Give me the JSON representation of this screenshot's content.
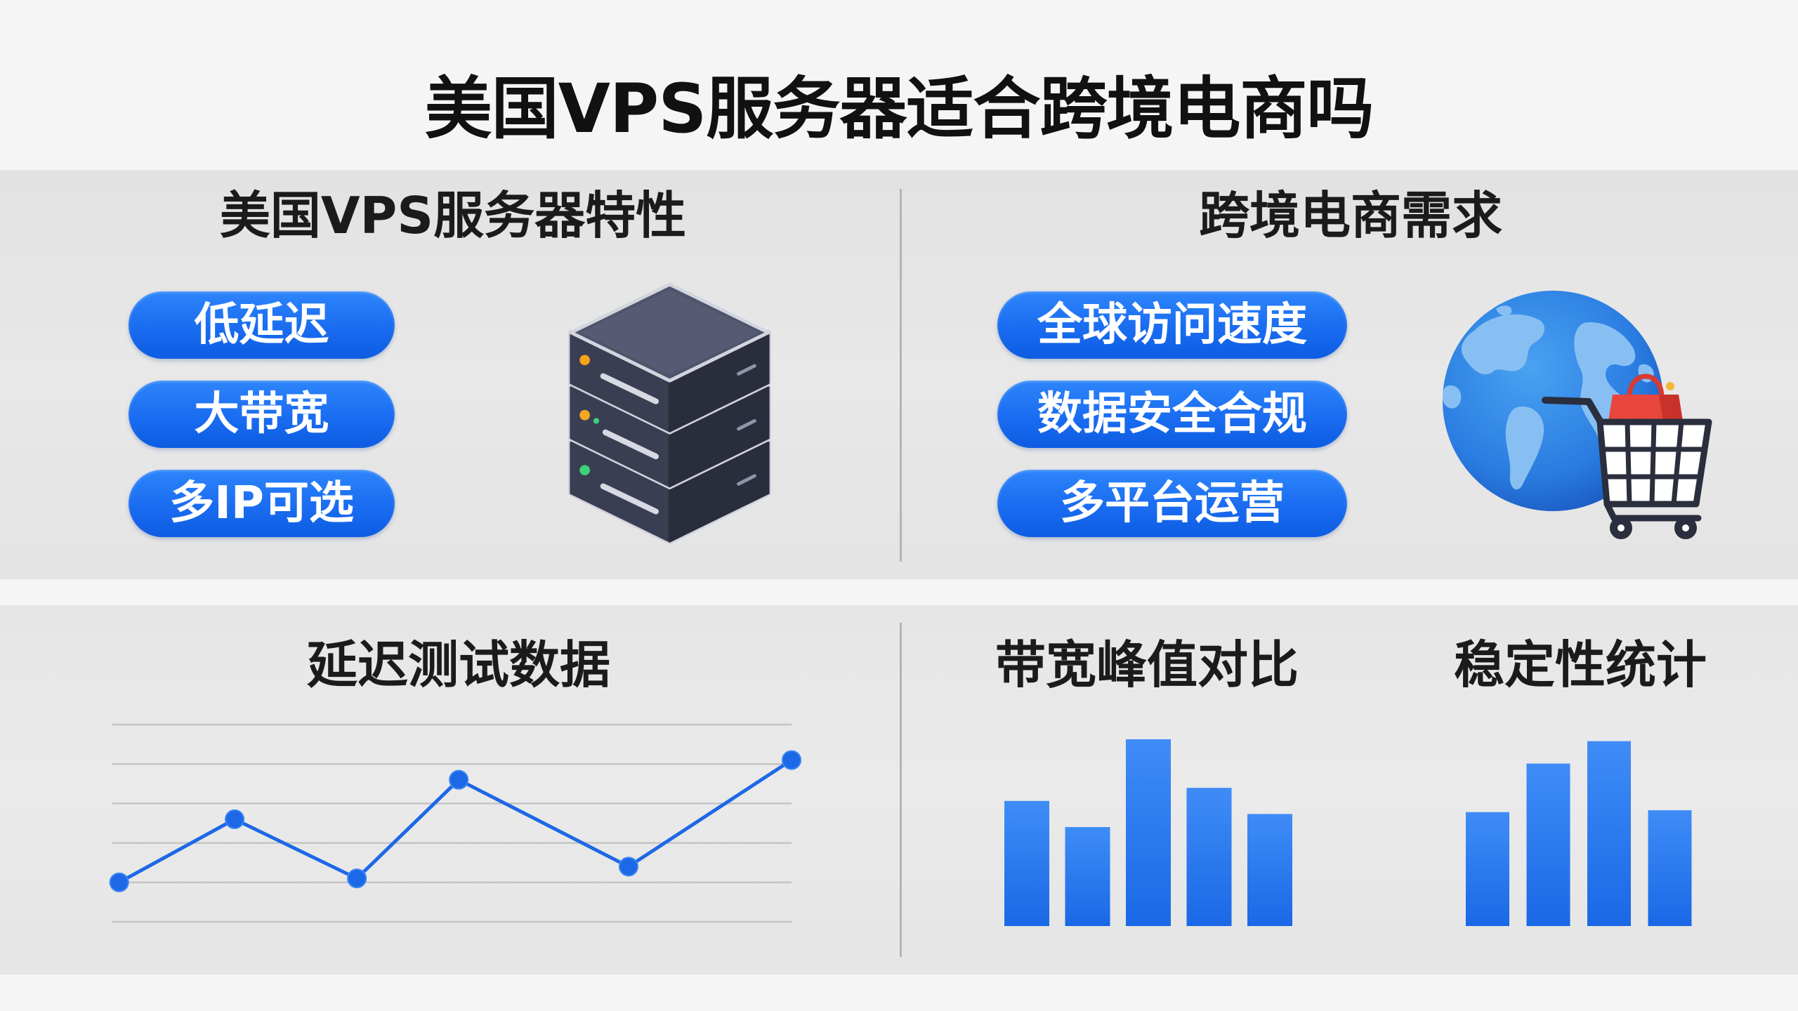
{
  "title": "美国VPS服务器适合跨境电商吗",
  "features": {
    "heading": "美国VPS服务器特性",
    "items": [
      "低延迟",
      "大带宽",
      "多IP可选"
    ]
  },
  "needs": {
    "heading": "跨境电商需求",
    "items": [
      "全球访问速度",
      "数据安全合规",
      "多平台运营"
    ]
  },
  "icons": {
    "server": "server-stack-icon",
    "globe_cart": "globe-shopping-cart-icon"
  },
  "colors": {
    "accent_blue": "#1a6cf0",
    "chart_blue": "#1d68e6",
    "panel_gray": "#e6e6e6",
    "server_slate": "#3a3e52",
    "led_orange": "#f5a623",
    "led_green": "#3fd07a",
    "bag_red": "#e8463c"
  },
  "chart_data": [
    {
      "type": "line",
      "title": "延迟测试数据",
      "x": [
        0.1,
        1.8,
        3.6,
        5.1,
        7.6,
        10.0
      ],
      "y": [
        1.0,
        2.6,
        1.1,
        3.6,
        1.4,
        4.1
      ],
      "xlim": [
        0,
        10
      ],
      "ylim": [
        0,
        5
      ],
      "grid": true
    },
    {
      "type": "bar",
      "title": "带宽峰值对比",
      "values": [
        67,
        53,
        100,
        74,
        60
      ],
      "ylim": [
        0,
        100
      ]
    },
    {
      "type": "bar",
      "title": "稳定性统计",
      "values": [
        61,
        87,
        99,
        62
      ],
      "ylim": [
        0,
        100
      ]
    }
  ]
}
